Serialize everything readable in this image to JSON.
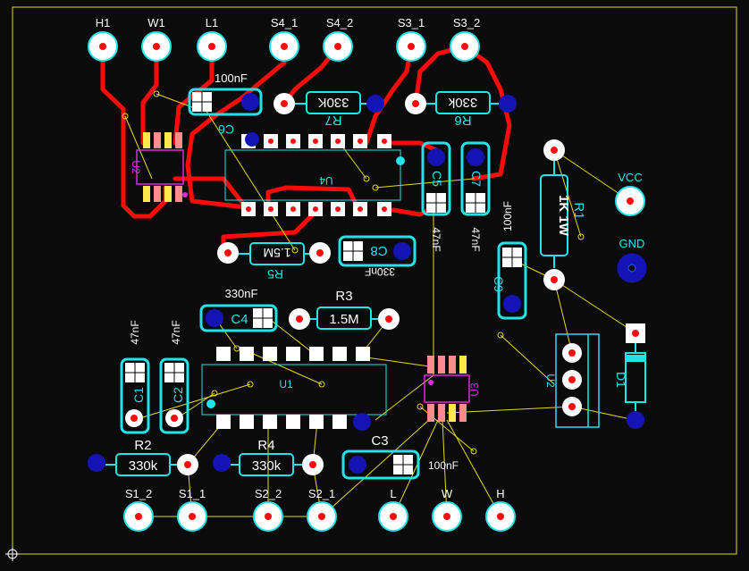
{
  "colors": {
    "background": "#0b0b0b",
    "trace": "#ff0a0a",
    "silkscreen": "#22e3e8",
    "ratsnest": "#e5d816",
    "pad_white": "#ffffff",
    "pad_blue": "#1414b4",
    "smd_pink": "#ff8c8c",
    "magenta": "#e028e0",
    "board_outline": "#e5d816"
  },
  "connectors_top": [
    "H1",
    "W1",
    "L1",
    "S4_1",
    "S4_2",
    "S3_1",
    "S3_2"
  ],
  "connectors_bottom": [
    "S1_2",
    "S1_1",
    "S2_2",
    "S2_1",
    "L",
    "W",
    "H"
  ],
  "power": {
    "vcc": "VCC",
    "gnd": "GND"
  },
  "components": {
    "C6": {
      "ref": "C6",
      "value": "100nF"
    },
    "R7": {
      "ref": "R7",
      "value": "330K"
    },
    "R6": {
      "ref": "R6",
      "value": "330k"
    },
    "C5": {
      "ref": "C5",
      "value": "47nF"
    },
    "C7": {
      "ref": "C7",
      "value": "47nF"
    },
    "R1": {
      "ref": "R1",
      "value": "1K 1W"
    },
    "C9": {
      "ref": "C9",
      "value": "100nF"
    },
    "U2top": {
      "ref": "U2"
    },
    "U4": {
      "ref": "U4"
    },
    "R5": {
      "ref": "R5",
      "value": "1.5M"
    },
    "C8": {
      "ref": "C8",
      "value": "330nF"
    },
    "C4": {
      "ref": "C4",
      "value": "330nF"
    },
    "R3": {
      "ref": "R3",
      "value": "1.5M"
    },
    "C1": {
      "ref": "C1",
      "value": "47nF"
    },
    "C2": {
      "ref": "C2",
      "value": "47nF"
    },
    "U1": {
      "ref": "U1"
    },
    "U3": {
      "ref": "U3"
    },
    "U2reg": {
      "ref": "U2"
    },
    "D1": {
      "ref": "D1"
    },
    "R2": {
      "ref": "R2",
      "value": "330k"
    },
    "R4": {
      "ref": "R4",
      "value": "330k"
    },
    "C3": {
      "ref": "C3",
      "value": "100nF"
    }
  }
}
